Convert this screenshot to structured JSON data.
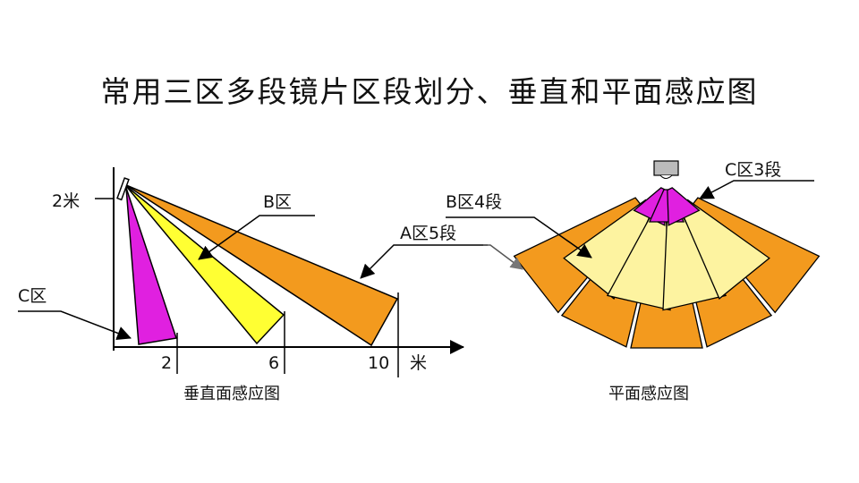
{
  "title": "常用三区多段镜片区段划分、垂直和平面感应图",
  "vertical": {
    "caption": "垂直面感应图",
    "height_label": "2米",
    "x_ticks": [
      "2",
      "6",
      "10"
    ],
    "x_unit": "米",
    "zone_labels": {
      "A": "A区5段",
      "B": "B区",
      "C": "C区"
    }
  },
  "plane": {
    "caption": "平面感应图",
    "zone_labels": {
      "B": "B区4段",
      "C": "C区3段"
    },
    "segments": {
      "A": 5,
      "B": 4,
      "C": 3
    }
  },
  "colors": {
    "A": "#f39a1e",
    "B_vertical": "#ffff33",
    "B_plane": "#fdf3a0",
    "C": "#e020e0"
  }
}
